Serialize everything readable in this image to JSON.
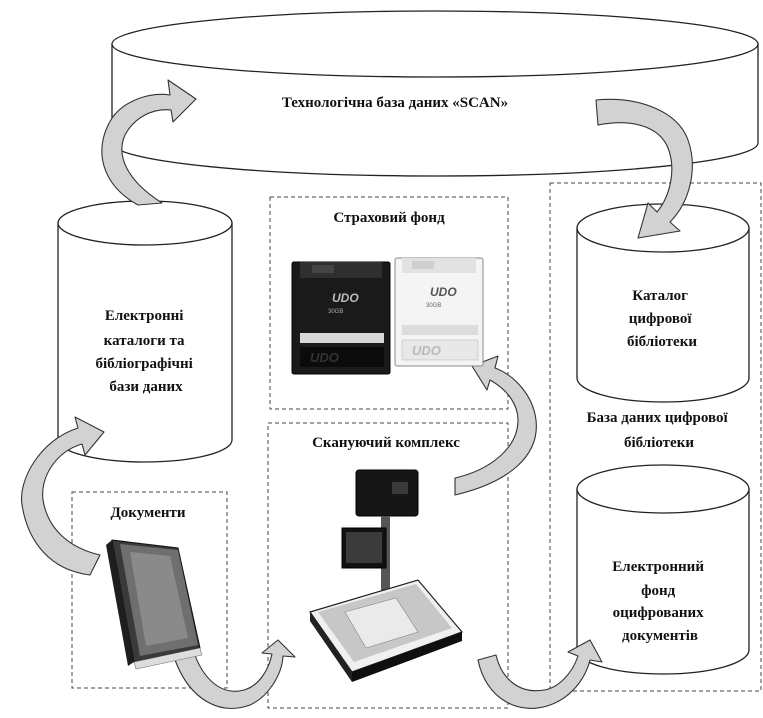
{
  "nodes": {
    "tech_db": "Технологічна база даних «SCAN»",
    "e_catalogs": [
      "Електронні",
      "каталоги та",
      "бібліографічні",
      "бази даних"
    ],
    "insurance_fund": "Страховий фонд",
    "scan_complex": "Скануючий комплекс",
    "documents": "Документи",
    "catalog_digital": [
      "Каталог",
      "цифрової",
      "бібліотеки"
    ],
    "db_digital": [
      "База даних цифрової",
      "бібліотеки"
    ],
    "e_fund": [
      "Електронний",
      "фонд",
      "оцифрованих",
      "документів"
    ]
  },
  "disk_labels": {
    "brand": "UDO",
    "capacity": "30GB"
  }
}
